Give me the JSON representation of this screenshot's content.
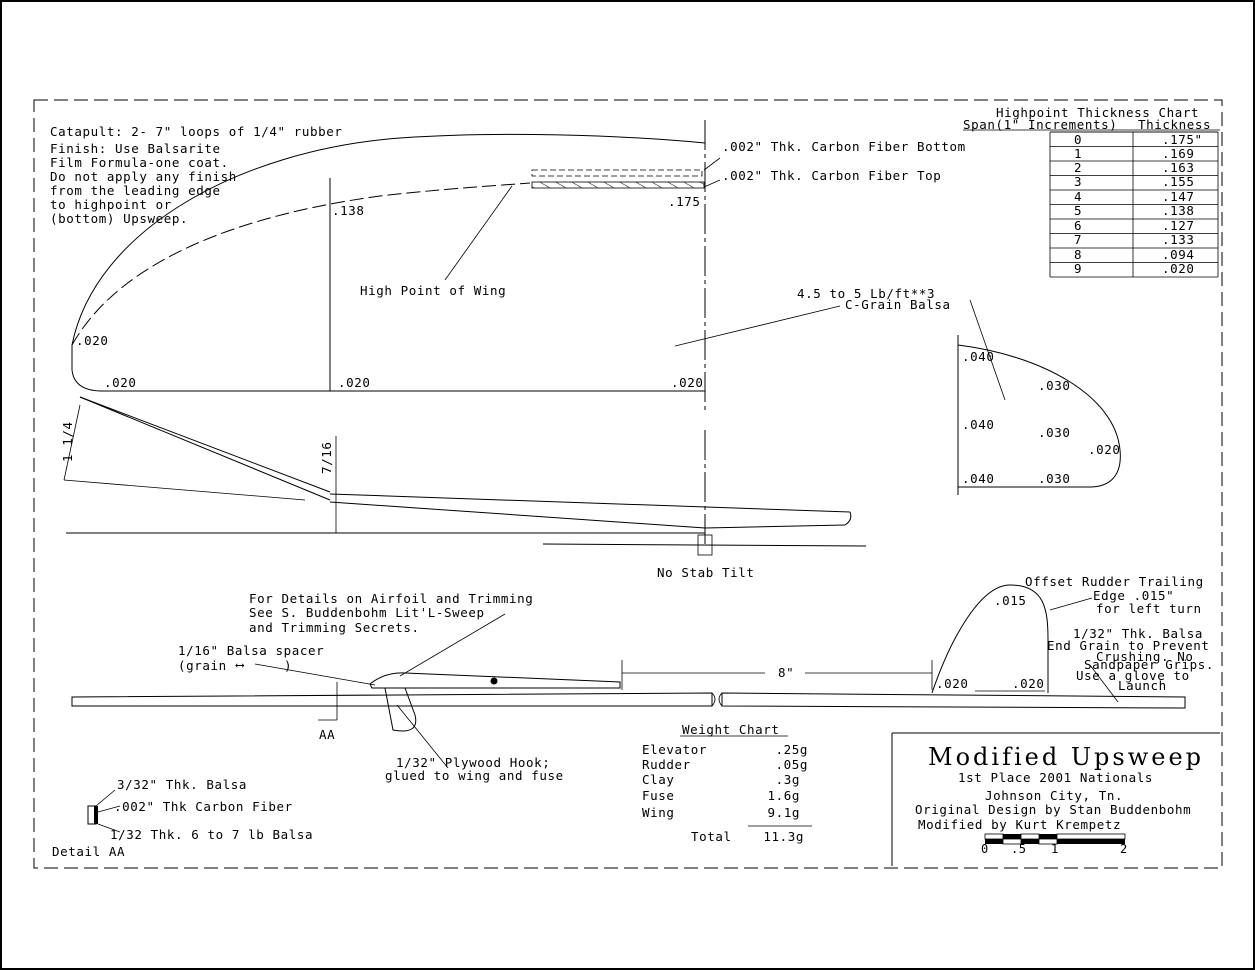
{
  "plan_view": {
    "catapult": "Catapult: 2- 7\" loops of 1/4\" rubber",
    "finish": [
      "Finish:  Use Balsarite",
      "Film  Formula-one coat.",
      "Do not apply any finish",
      "from the leading edge",
      "to highpoint or",
      "(bottom) Upsweep."
    ],
    "carbon_bottom": ".002\" Thk. Carbon Fiber Bottom",
    "carbon_top": ".002\" Thk. Carbon Fiber Top",
    "dim_138": ".138",
    "dim_175": ".175",
    "high_point": "High Point of Wing",
    "density": "4.5 to 5 Lb/ft**3",
    "grain": "C-Grain Balsa",
    "dim_020_tip": ".020",
    "dim_020_root": [
      ".020",
      ".020",
      ".020"
    ]
  },
  "thickness_chart": {
    "title": "Highpoint Thickness Chart",
    "col_span": "Span(1\" Increments)",
    "col_thickness": "Thickness",
    "rows": [
      {
        "span": "0",
        "thickness": ".175\""
      },
      {
        "span": "1",
        "thickness": ".169"
      },
      {
        "span": "2",
        "thickness": ".163"
      },
      {
        "span": "3",
        "thickness": ".155"
      },
      {
        "span": "4",
        "thickness": ".147"
      },
      {
        "span": "5",
        "thickness": ".138"
      },
      {
        "span": "6",
        "thickness": ".127"
      },
      {
        "span": "7",
        "thickness": ".133"
      },
      {
        "span": "8",
        "thickness": ".094"
      },
      {
        "span": "9",
        "thickness": ".020"
      }
    ]
  },
  "stab": {
    "dims": [
      ".040",
      ".030",
      ".040",
      ".030",
      ".020",
      ".040",
      ".030"
    ]
  },
  "front_view": {
    "dihedral": "1 1/4",
    "polyhedral": "7/16",
    "no_stab_tilt": "No Stab Tilt"
  },
  "fuselage": {
    "details_note": [
      "For Details on Airfoil and Trimming",
      "See S. Buddenbohm Lit'L-Sweep",
      "and Trimming Secrets."
    ],
    "spacer": "1/16\" Balsa spacer",
    "spacer_grain": "(grain",
    "spacer_grain_end": ")",
    "section": "AA",
    "hook": [
      "1/32\" Plywood Hook;",
      "glued to wing and fuse"
    ],
    "moment": "8\"",
    "rudder_offset": "Offset Rudder Trailing",
    "rudder_edge": [
      "Edge .015\"",
      "for left turn"
    ],
    "rudder_dim": ".015",
    "rudder_dims": [
      ".020",
      ".020"
    ],
    "grip_note": [
      "1/32\" Thk. Balsa",
      "End Grain to Prevent",
      "Crushing.  No",
      "Sandpaper Grips.",
      "Use a glove to",
      "Launch"
    ]
  },
  "detail_aa": {
    "balsa_top": "3/32\" Thk.  Balsa",
    "carbon": ".002\" Thk Carbon Fiber",
    "balsa_bottom": "1/32 Thk. 6 to 7 lb Balsa",
    "label": "Detail AA"
  },
  "weight_chart": {
    "title": "Weight Chart",
    "rows": [
      {
        "part": "Elevator",
        "weight": ".25g"
      },
      {
        "part": "Rudder",
        "weight": ".05g"
      },
      {
        "part": "Clay",
        "weight": ".3g"
      },
      {
        "part": "Fuse",
        "weight": "1.6g"
      },
      {
        "part": "Wing",
        "weight": "9.1g"
      }
    ],
    "total_label": "Total",
    "total_value": "11.3g"
  },
  "title_block": {
    "title": "Modified Upsweep",
    "award": "1st Place 2001 Nationals",
    "location": "Johnson City, Tn.",
    "designer": "Original Design by Stan Buddenbohm",
    "modifier": "Modified by Kurt Krempetz",
    "scale": [
      "0",
      ".5",
      "1",
      "2"
    ]
  }
}
